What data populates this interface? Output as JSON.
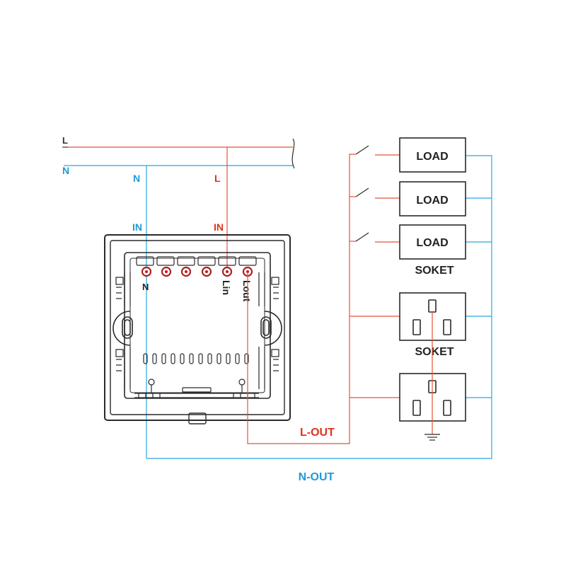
{
  "line_labels": {
    "l_main": "L",
    "n_main": "N"
  },
  "drop_labels": {
    "n_drop": "N",
    "l_drop": "L",
    "n_in": "IN",
    "l_in": "IN"
  },
  "terminal_labels": {
    "n": "N",
    "lin": "Lin",
    "lout": "Lout"
  },
  "load_labels": [
    "LOAD",
    "LOAD",
    "LOAD"
  ],
  "socket_labels": [
    "SOKET",
    "SOKET"
  ],
  "output_labels": {
    "l_out": "L-OUT",
    "n_out": "N-OUT"
  },
  "colors": {
    "neutral": "#1e9bd7",
    "live": "#e0301e",
    "outline": "#2a2a2a"
  }
}
